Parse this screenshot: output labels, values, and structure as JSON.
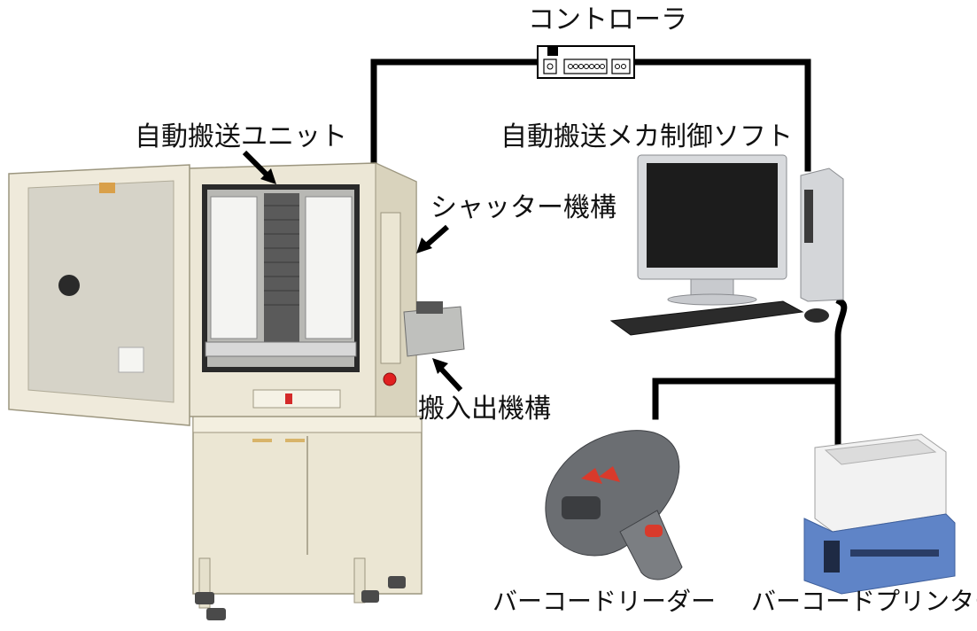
{
  "labels": {
    "controller": "コントローラ",
    "transport_unit": "自動搬送ユニット",
    "control_software": "自動搬送メカ制御ソフト",
    "shutter_mechanism": "シャッター機構",
    "inout_mechanism": "搬入出機構",
    "barcode_reader": "バーコードリーダー",
    "barcode_printer": "バーコードプリンター"
  },
  "colors": {
    "cable": "#000000",
    "cabinet": "#ece7d6",
    "cabinet_shadow": "#c9c2aa",
    "door_panel": "#d6d3c8",
    "monitor": "#1c1c1c",
    "pc_body": "#d4d6d9",
    "scanner_body": "#6b6e72",
    "scanner_accent": "#d93a2b",
    "printer_top": "#f2f2f2",
    "printer_base": "#5f84c7",
    "red_button": "#e02020"
  },
  "icons": [
    "controller-box-icon",
    "incubator-icon",
    "computer-icon",
    "barcode-scanner-icon",
    "barcode-printer-icon"
  ]
}
